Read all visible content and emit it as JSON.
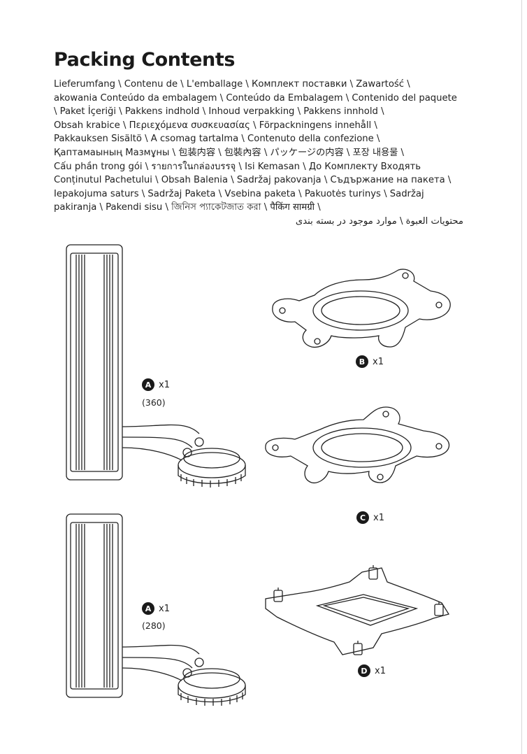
{
  "document": {
    "title": "Packing Contents",
    "languages": [
      "Lieferumfang \\ Contenu de \\ L'emballage \\ Комплект поставки \\ Zawartość \\",
      "akowania Conteúdo da embalagem \\ Conteúdo da Embalagem \\ Contenido del paquete",
      "\\ Paket İçeriği \\ Pakkens indhold \\ Inhoud verpakking \\ Pakkens innhold \\",
      "Obsah krabice \\ Περιεχόμενα συσκευασίας \\ Förpackningens innehåll \\",
      "Pakkauksen Sisältö \\ A csomag tartalma \\ Contenuto della confezione \\",
      "Қаптамаының Мазмұны \\ 包装内容 \\ 包裝內容 \\ パッケージの内容 \\ 포장 내용물 \\",
      "Cấu phần trong gói \\ รายการในกล่องบรรจุ \\ Isi Kemasan \\ До Комплекту Входять",
      "Conținutul Pachetului \\ Obsah Balenia \\ Sadržaj pakovanja \\ Съдържание на пакета \\",
      "Iepakojuma saturs \\ Sadržaj Paketa \\ Vsebina paketa \\ Pakuotės turinys \\ Sadržaj",
      "pakiranja \\ Pakendi sisu \\ জিনিস প্যাকেটজাত করা \\ पैकिंग सामग्री \\",
      "محتويات العبوة \\ موارد موجود در بسته بندی"
    ]
  },
  "items": {
    "a360": {
      "badge": "A",
      "qty": "x1",
      "size": "(360)"
    },
    "b": {
      "badge": "B",
      "qty": "x1"
    },
    "c": {
      "badge": "C",
      "qty": "x1"
    },
    "a280": {
      "badge": "A",
      "qty": "x1",
      "size": "(280)"
    },
    "d": {
      "badge": "D",
      "qty": "x1"
    }
  }
}
